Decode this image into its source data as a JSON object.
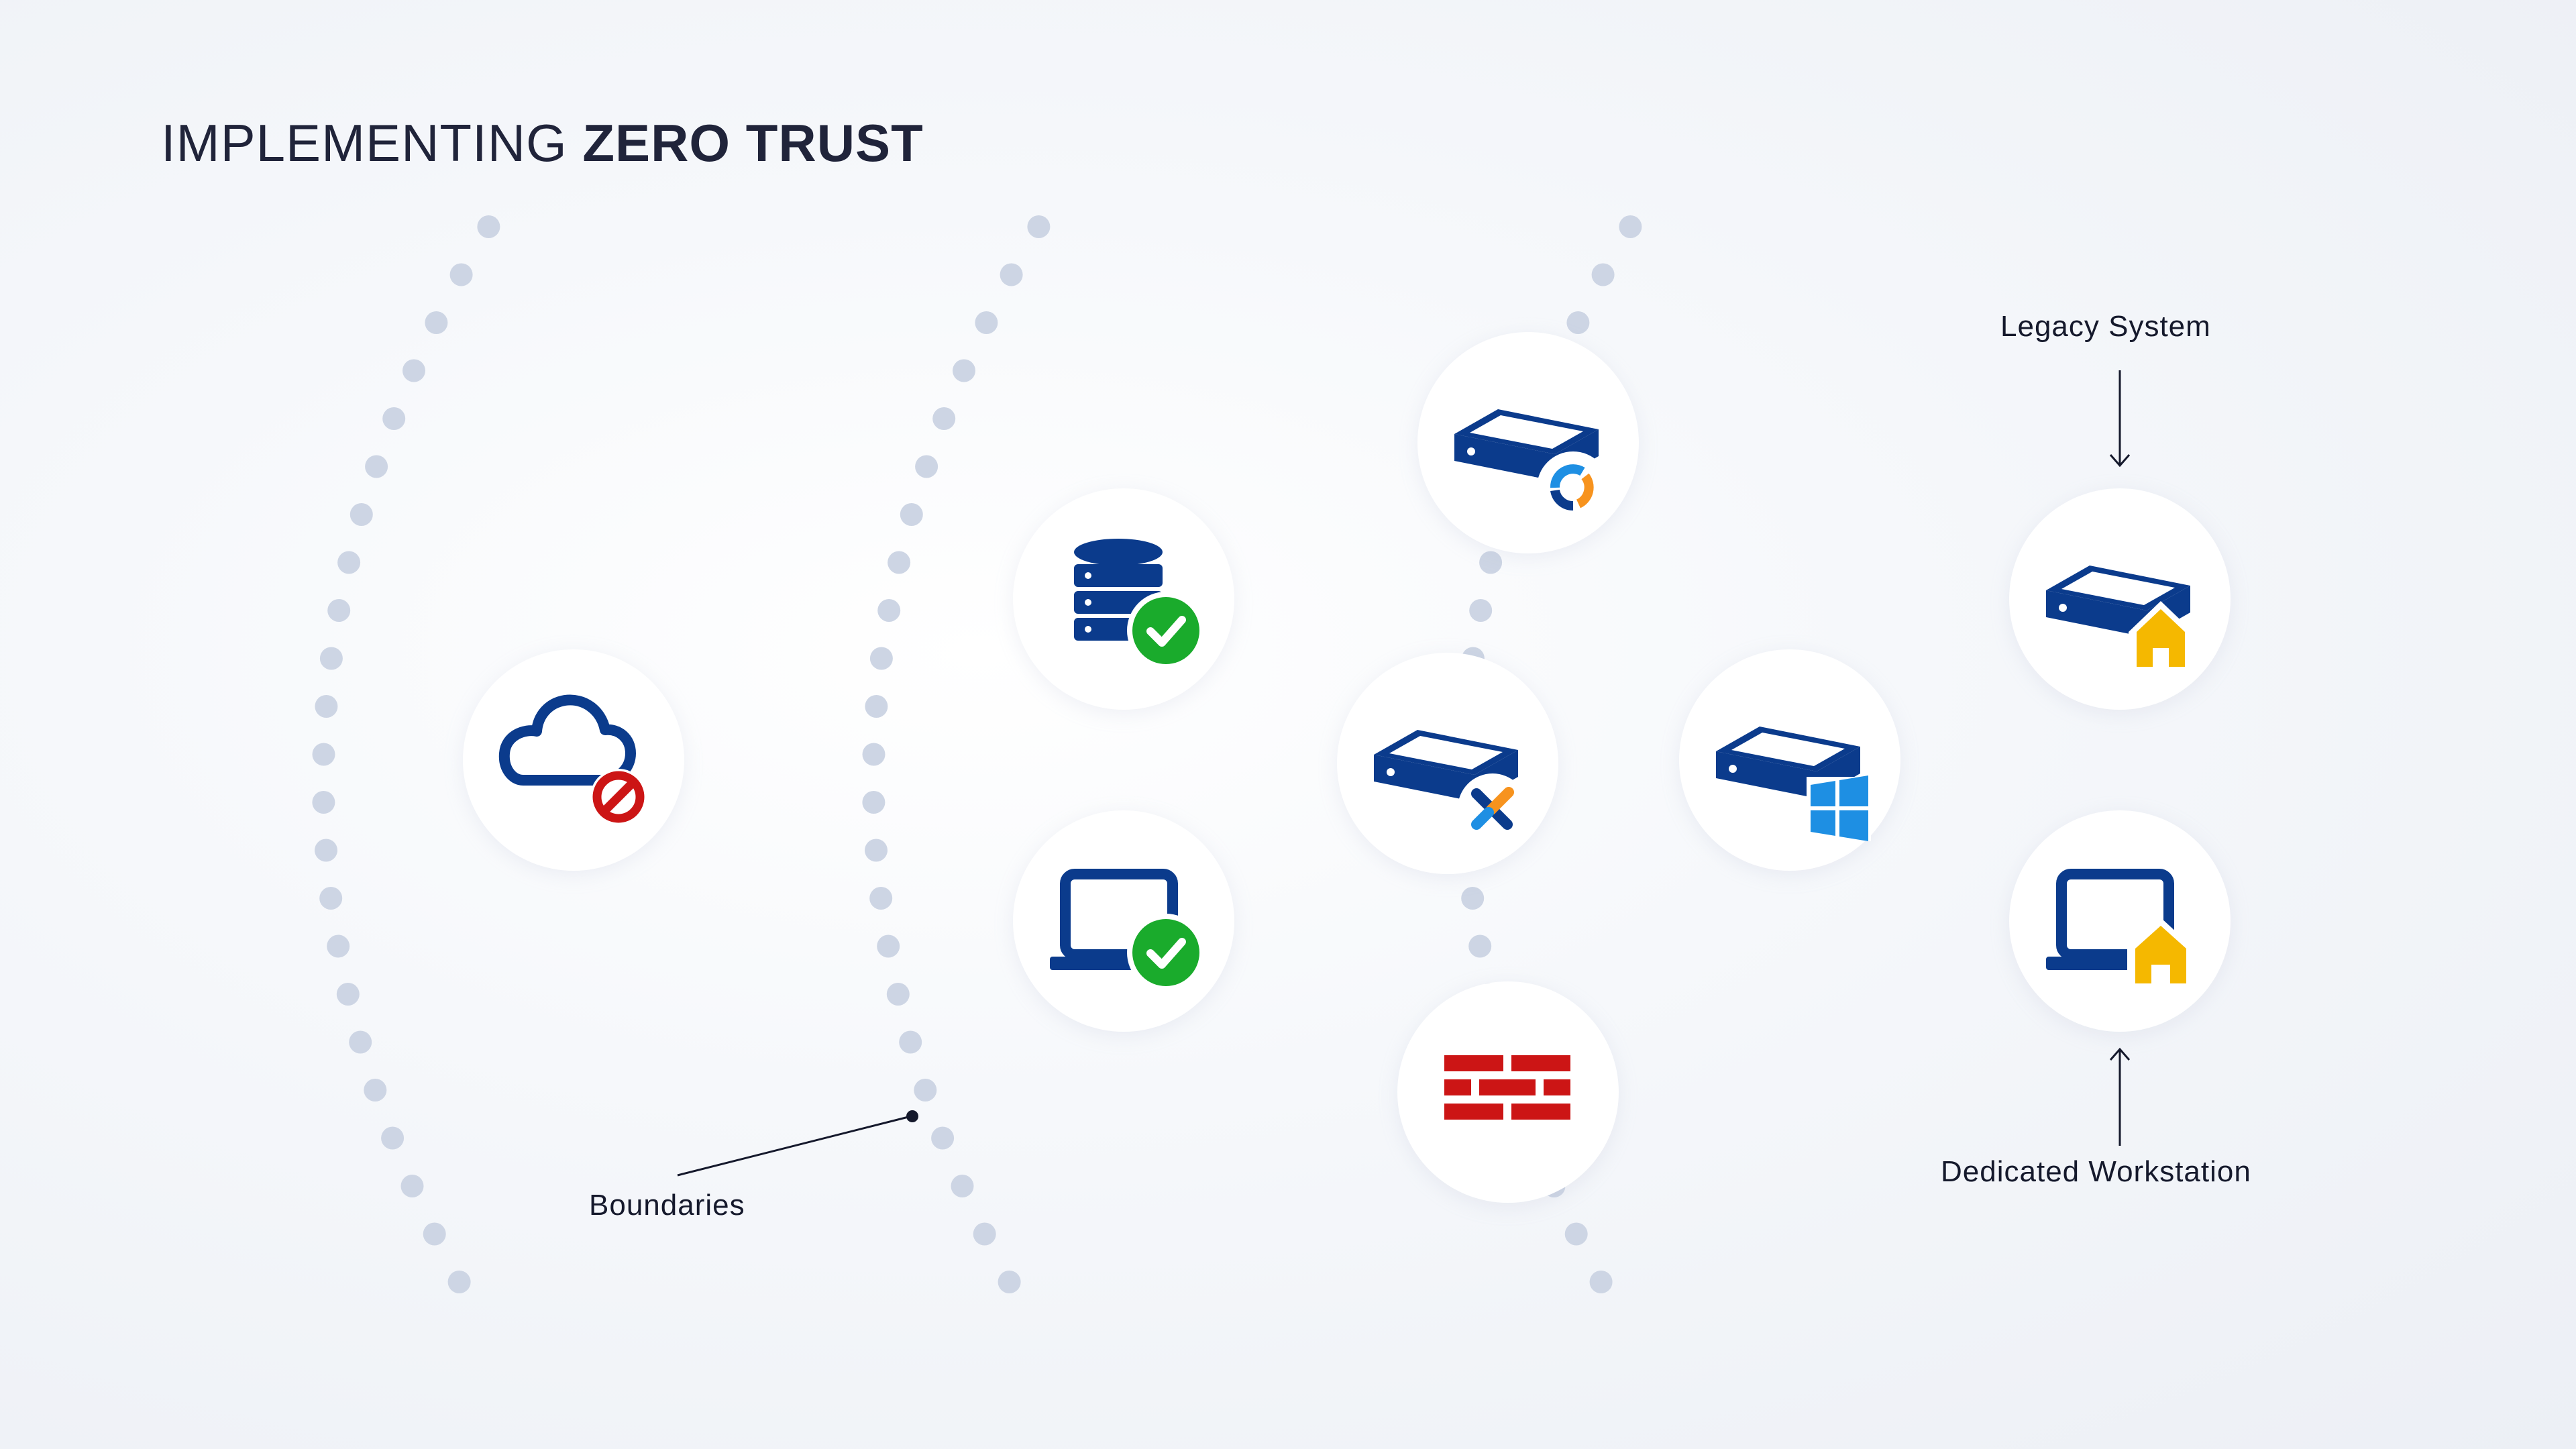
{
  "title": {
    "light": "IMPLEMENTING ",
    "bold": "ZERO TRUST"
  },
  "labels": {
    "boundaries": "Boundaries",
    "legacy_system": "Legacy System",
    "dedicated_workstation": "Dedicated Workstation"
  },
  "icons": {
    "cloud": "cloud-blocked-icon",
    "database": "database-verified-icon",
    "laptop": "laptop-verified-icon",
    "server_top": "server-agent-icon",
    "server_middle": "server-tools-icon",
    "firewall": "firewall-icon",
    "server_windows": "server-windows-icon",
    "legacy": "server-home-icon",
    "workstation": "laptop-home-icon"
  },
  "colors": {
    "navy": "#0b3b8c",
    "green": "#1aab2c",
    "red": "#cc1515",
    "amber": "#f5b800",
    "windows": "#1e8fe3",
    "orange": "#f7931e",
    "dots": "#cdd5e4"
  }
}
